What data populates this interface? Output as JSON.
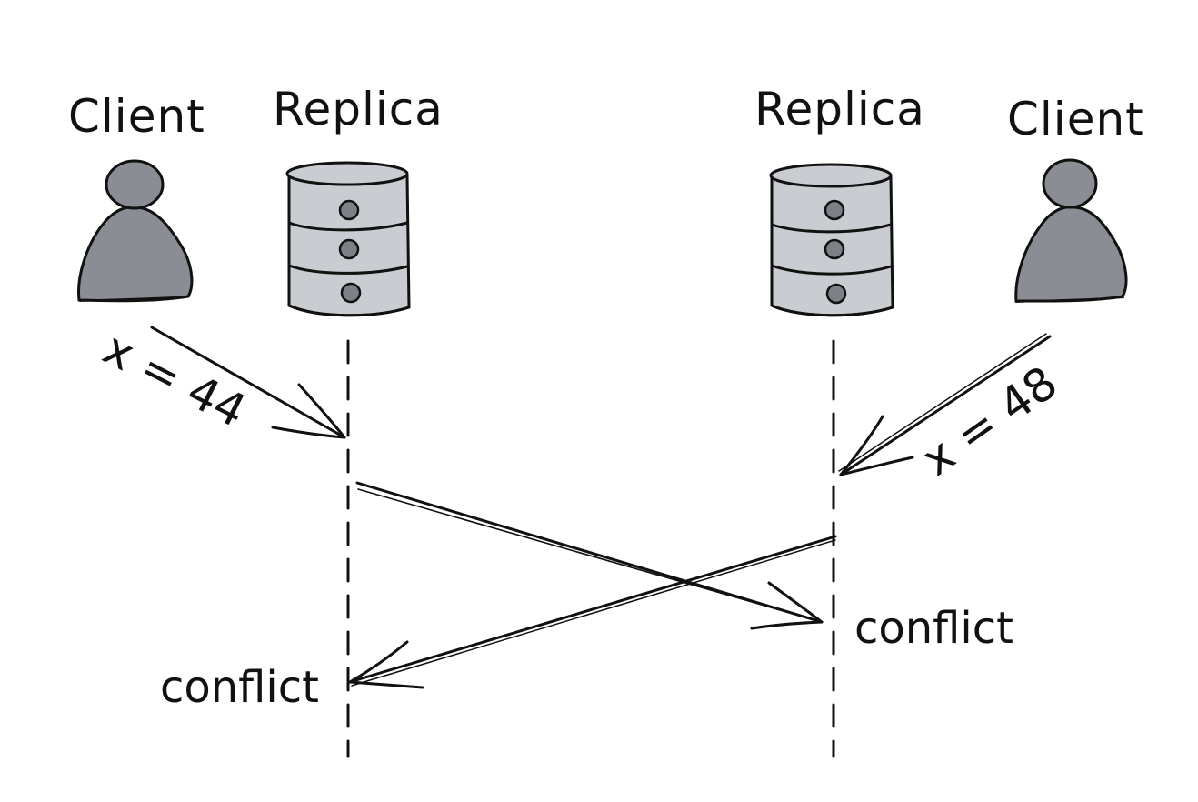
{
  "labels": {
    "left_client": "Client",
    "left_replica": "Replica",
    "right_replica": "Replica",
    "right_client": "Client",
    "left_write": "x = 44",
    "right_write": "x = 48",
    "right_conflict": "conflict",
    "left_conflict": "conflict"
  },
  "colors": {
    "ink": "#111111",
    "person_fill": "#8a8d93",
    "database_fill": "#c9ccd0",
    "database_knob": "#7d8187"
  },
  "icons": {
    "person": "person-icon",
    "database": "database-icon"
  }
}
